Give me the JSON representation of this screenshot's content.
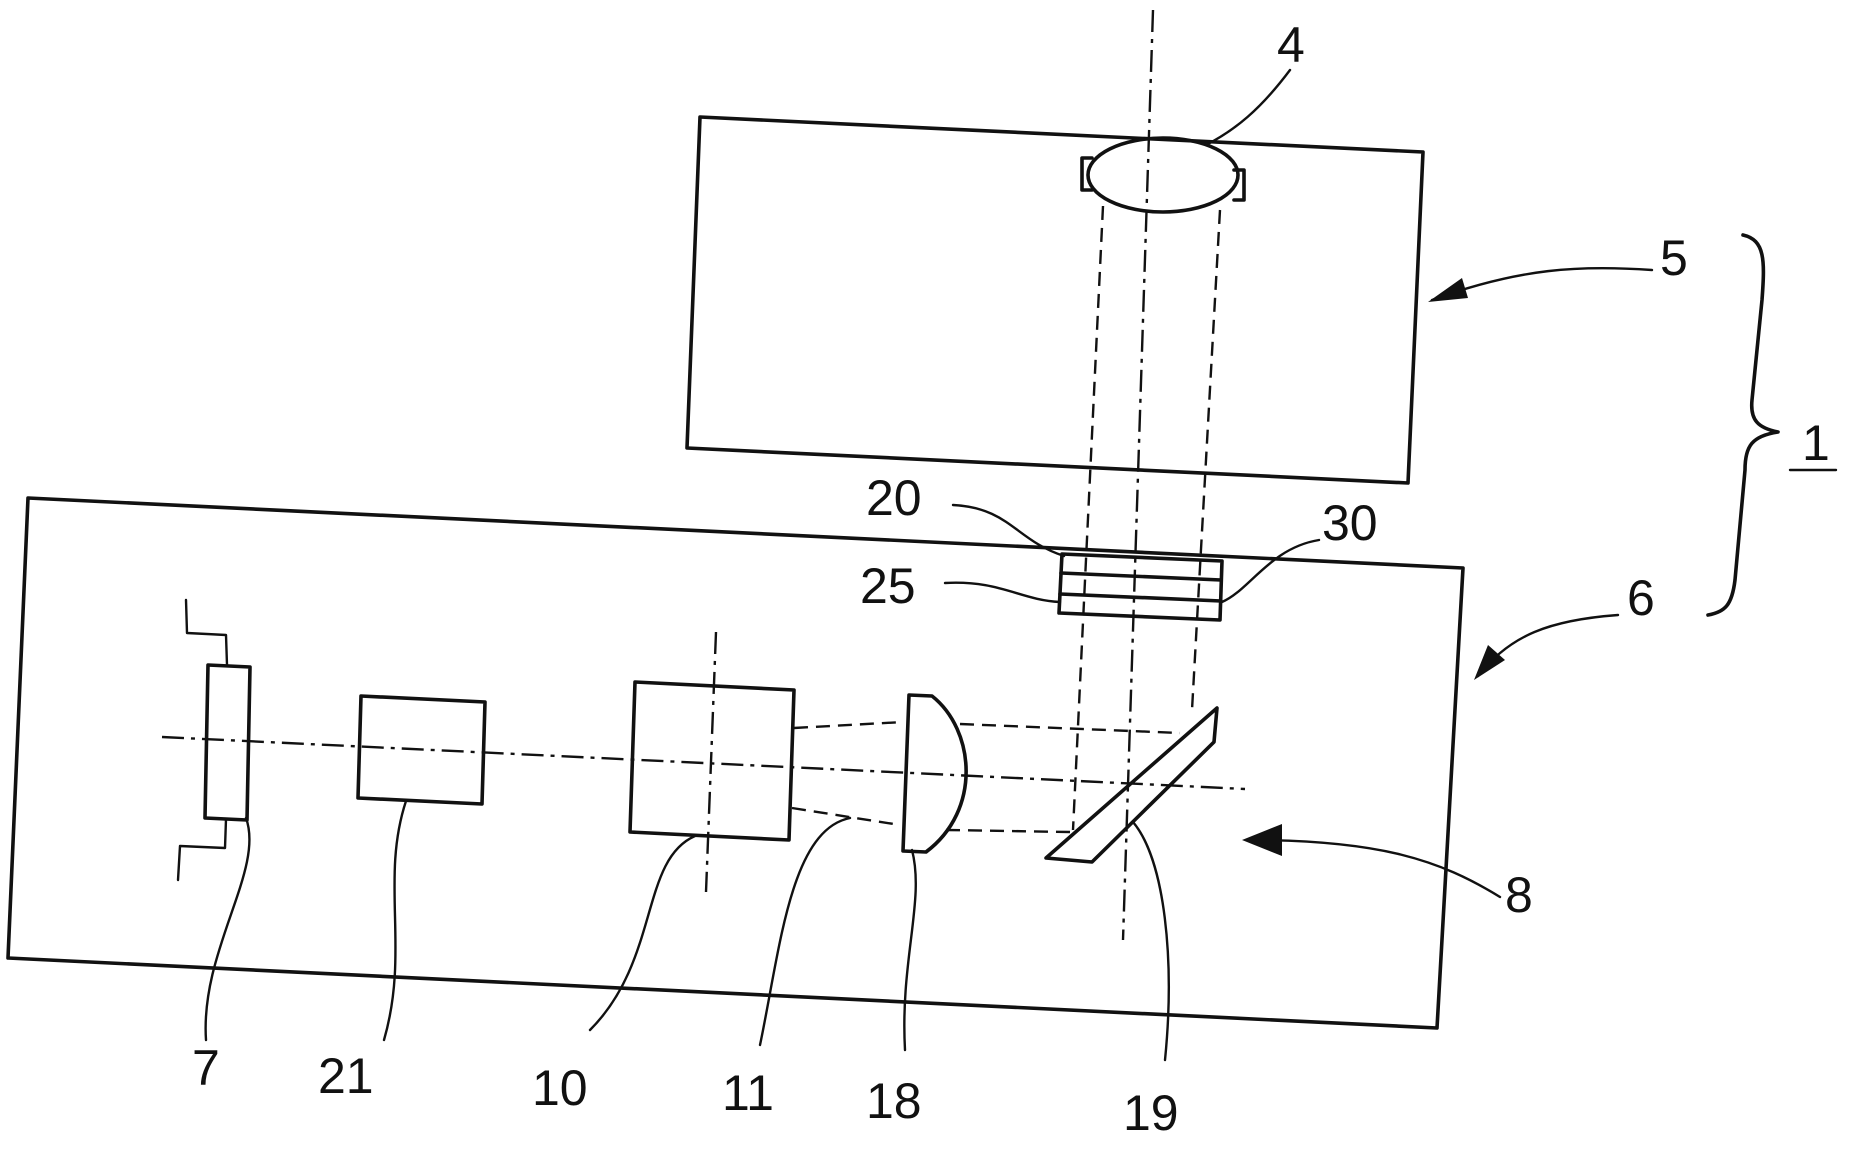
{
  "figure": {
    "labels": {
      "l1": "1",
      "l4": "4",
      "l5": "5",
      "l6": "6",
      "l7": "7",
      "l8": "8",
      "l10": "10",
      "l11": "11",
      "l18": "18",
      "l19": "19",
      "l20": "20",
      "l21": "21",
      "l25": "25",
      "l30": "30"
    },
    "ink_color": "#111111",
    "paper_color": "#ffffff"
  }
}
